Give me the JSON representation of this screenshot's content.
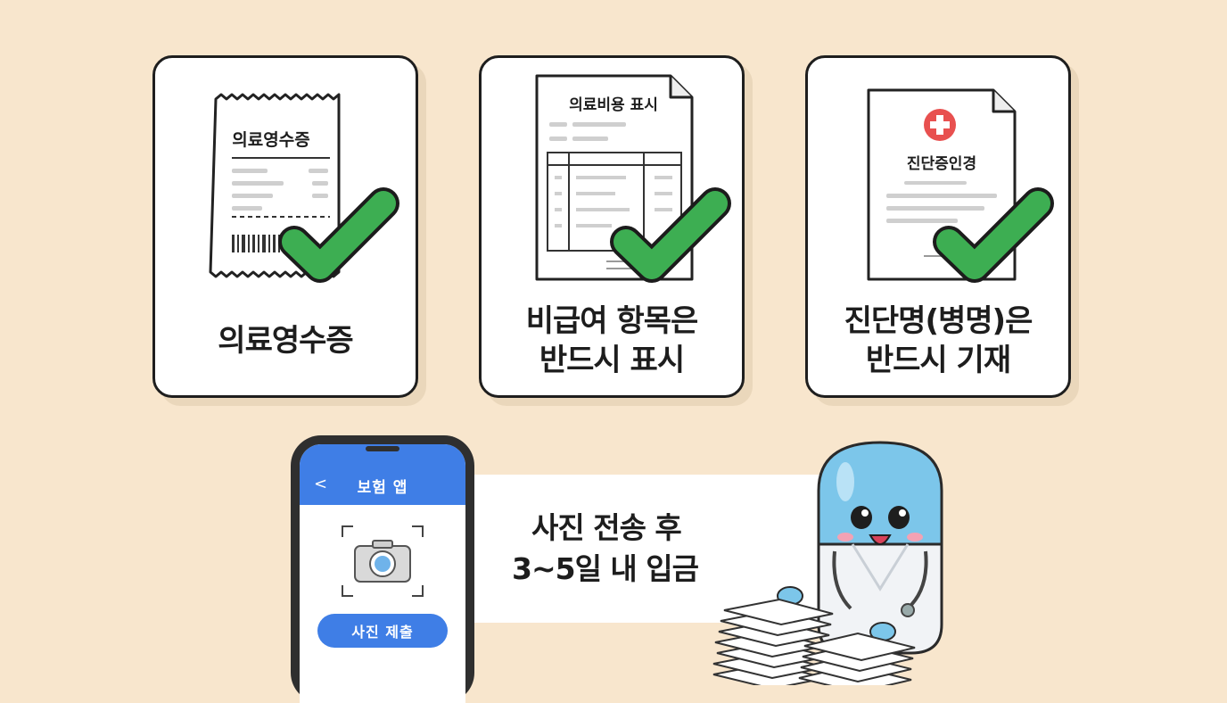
{
  "cards": [
    {
      "art_title": "의료영수증",
      "lines": [
        "의료영수증"
      ]
    },
    {
      "art_title": "의료비용 표시",
      "lines": [
        "비급여 항목은",
        "반드시 표시"
      ]
    },
    {
      "art_title": "진단증인경",
      "lines": [
        "진단명(병명)은",
        "반드시 기재"
      ]
    }
  ],
  "phone": {
    "back_label": "<",
    "title": "보험 앱",
    "button_label": "사진 제출"
  },
  "banner": {
    "line1": "사진 전송 후",
    "line2": "3~5일 내 입금"
  },
  "icons": [
    "receipt-icon",
    "bill-document-icon",
    "diagnosis-certificate-icon",
    "check-icon",
    "camera-icon",
    "pill-doctor-mascot-icon",
    "paper-stack-icon"
  ],
  "colors": {
    "background": "#f8e6cd",
    "check": "#3dae52",
    "app_blue": "#3f7ee6",
    "medical_red": "#e8504f",
    "mascot_blue": "#7cc6ea"
  }
}
